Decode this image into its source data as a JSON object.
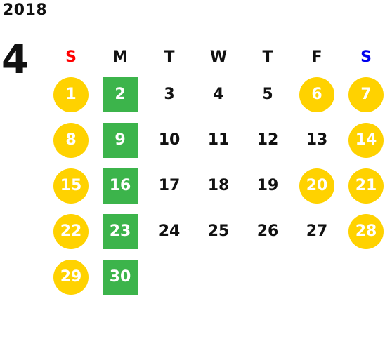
{
  "calendar": {
    "year": "2018",
    "month": "4",
    "colors": {
      "sunday_header": "#ff0000",
      "saturday_header": "#0000ee",
      "default_text": "#111111",
      "holiday_fill": "#ffd200",
      "monday_fill": "#3cb44b",
      "highlight_text": "#ffffff"
    },
    "weekdays": [
      "S",
      "M",
      "T",
      "W",
      "T",
      "F",
      "S"
    ],
    "weeks": [
      [
        {
          "day": "1",
          "style": "holiday"
        },
        {
          "day": "2",
          "style": "monday"
        },
        {
          "day": "3",
          "style": "plain"
        },
        {
          "day": "4",
          "style": "plain"
        },
        {
          "day": "5",
          "style": "plain"
        },
        {
          "day": "6",
          "style": "holiday"
        },
        {
          "day": "7",
          "style": "holiday"
        }
      ],
      [
        {
          "day": "8",
          "style": "holiday"
        },
        {
          "day": "9",
          "style": "monday"
        },
        {
          "day": "10",
          "style": "plain"
        },
        {
          "day": "11",
          "style": "plain"
        },
        {
          "day": "12",
          "style": "plain"
        },
        {
          "day": "13",
          "style": "plain"
        },
        {
          "day": "14",
          "style": "holiday"
        }
      ],
      [
        {
          "day": "15",
          "style": "holiday"
        },
        {
          "day": "16",
          "style": "monday"
        },
        {
          "day": "17",
          "style": "plain"
        },
        {
          "day": "18",
          "style": "plain"
        },
        {
          "day": "19",
          "style": "plain"
        },
        {
          "day": "20",
          "style": "holiday"
        },
        {
          "day": "21",
          "style": "holiday"
        }
      ],
      [
        {
          "day": "22",
          "style": "holiday"
        },
        {
          "day": "23",
          "style": "monday"
        },
        {
          "day": "24",
          "style": "plain"
        },
        {
          "day": "25",
          "style": "plain"
        },
        {
          "day": "26",
          "style": "plain"
        },
        {
          "day": "27",
          "style": "plain"
        },
        {
          "day": "28",
          "style": "holiday"
        }
      ],
      [
        {
          "day": "29",
          "style": "holiday"
        },
        {
          "day": "30",
          "style": "monday"
        },
        null,
        null,
        null,
        null,
        null
      ]
    ]
  }
}
